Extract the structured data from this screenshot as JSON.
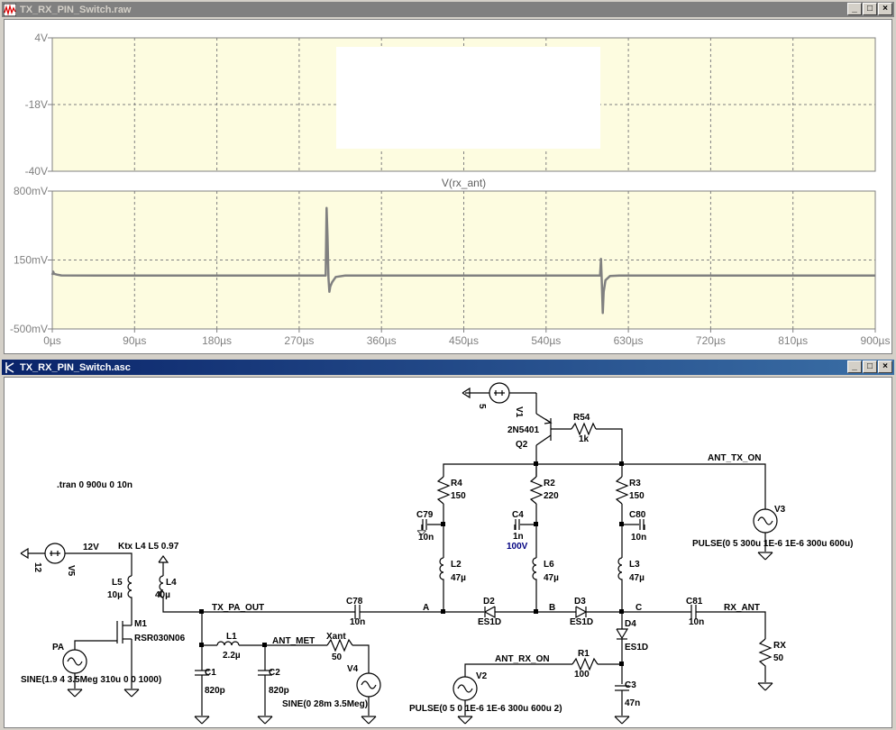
{
  "waveform_window": {
    "title": "TX_RX_PIN_Switch.raw",
    "buttons": {
      "minimize": "_",
      "maximize": "□",
      "close": "×"
    },
    "top_pane": {
      "y_ticks": [
        "4V",
        "-18V",
        "-40V"
      ]
    },
    "bottom_pane": {
      "trace_label": "V(rx_ant)",
      "y_ticks": [
        "800mV",
        "150mV",
        "-500mV"
      ]
    },
    "x_ticks": [
      "0µs",
      "90µs",
      "180µs",
      "270µs",
      "360µs",
      "450µs",
      "540µs",
      "630µs",
      "720µs",
      "810µs",
      "900µs"
    ],
    "colors": {
      "plot_bg": "#fdfce0",
      "trace": "#808080",
      "grid": "#808080",
      "axis_text": "#808080"
    }
  },
  "chart_data": {
    "type": "line",
    "title": "",
    "xlabel": "",
    "ylabel": "",
    "series": [
      {
        "name": "V(rx_ant)",
        "x": [
          0,
          1,
          2,
          5,
          10,
          50,
          100,
          200,
          280,
          299,
          300,
          301,
          302,
          303,
          304,
          306,
          310,
          320,
          350,
          450,
          550,
          595,
          599,
          600,
          601,
          602,
          603,
          605,
          610,
          620,
          650,
          750,
          900
        ],
        "y": [
          10,
          40,
          20,
          12,
          5,
          3,
          3,
          3,
          3,
          3,
          640,
          380,
          -20,
          -150,
          -100,
          -60,
          -10,
          3,
          3,
          3,
          3,
          3,
          3,
          160,
          -80,
          -350,
          -150,
          -40,
          0,
          3,
          3,
          3,
          3
        ]
      }
    ],
    "xlim": [
      0,
      900
    ],
    "ylim": [
      -500,
      800
    ],
    "grid": true,
    "top_pane_ylim": [
      -40,
      4
    ]
  },
  "schematic_window": {
    "title": "TX_RX_PIN_Switch.asc",
    "buttons": {
      "minimize": "_",
      "maximize": "□",
      "close": "×"
    },
    "directive": ".tran 0 900u 0 10n",
    "labels": {
      "q2_model": "2N5401",
      "q2": "Q2",
      "r54": "R54",
      "r54_val": "1k",
      "v1": "V1",
      "v1_val": "5",
      "r4": "R4",
      "r4_val": "150",
      "r2": "R2",
      "r2_val": "220",
      "r3": "R3",
      "r3_val": "150",
      "ant_tx_on": "ANT_TX_ON",
      "v3": "V3",
      "v3_val": "PULSE(0 5 300u 1E-6 1E-6 300u 600u)",
      "c79": "C79",
      "c79_val": "10n",
      "c4": "C4",
      "c4_val": "1n",
      "c4_volt": "100V",
      "c80": "C80",
      "c80_val": "10n",
      "l2": "L2",
      "l2_val": "47µ",
      "l6": "L6",
      "l6_val": "47µ",
      "l3": "L3",
      "l3_val": "47µ",
      "ktx": "Ktx L4 L5 0.97",
      "v5": "V5",
      "v5_val": "12",
      "v5_net": "12V",
      "l5": "L5",
      "l5_val": "10µ",
      "l4": "L4",
      "l4_val": "40µ",
      "m1": "M1",
      "m1_model": "RSR030N06",
      "pa": "PA",
      "pa_val": "SINE(1.9 4 3.5Meg 310u 0 0 1000)",
      "tx_pa_out": "TX_PA_OUT",
      "c78": "C78",
      "c78_val": "10n",
      "node_a": "A",
      "node_b": "B",
      "node_c": "C",
      "d2": "D2",
      "d2_model": "ES1D",
      "d3": "D3",
      "d3_model": "ES1D",
      "d4": "D4",
      "d4_model": "ES1D",
      "c81": "C81",
      "c81_val": "10n",
      "rx_ant": "RX_ANT",
      "rx": "RX",
      "rx_val": "50",
      "l1": "L1",
      "l1_val": "2.2µ",
      "ant_met": "ANT_MET",
      "xant": "Xant",
      "xant_val": "50",
      "v4": "V4",
      "v4_val": "SINE(0 28m 3.5Meg)",
      "c1": "C1",
      "c1_val": "820p",
      "c2": "C2",
      "c2_val": "820p",
      "ant_rx_on": "ANT_RX_ON",
      "r1": "R1",
      "r1_val": "100",
      "v2": "V2",
      "v2_val": "PULSE(0 5 0 1E-6 1E-6 300u 600u 2)",
      "c3": "C3",
      "c3_val": "47n"
    }
  }
}
